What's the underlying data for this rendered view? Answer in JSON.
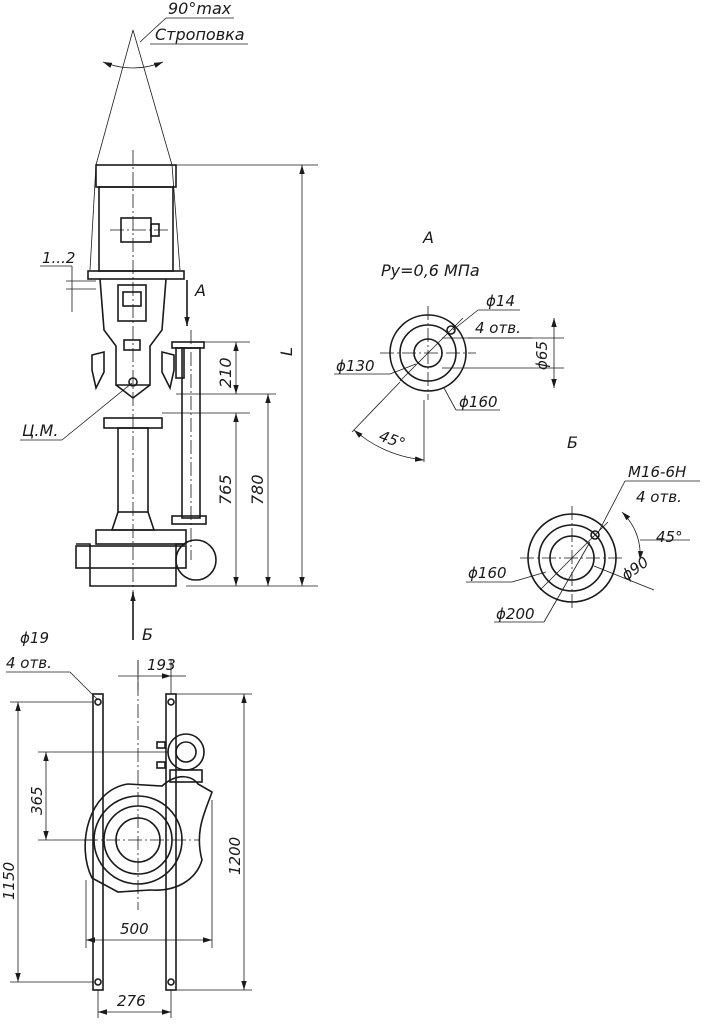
{
  "labels": {
    "sling_angle": "90°max",
    "sling": "Строповка",
    "gap": "1...2",
    "view_a_arrow": "А",
    "center_mass": "Ц.М.",
    "length_L": "L",
    "dim_210": "210",
    "dim_765": "765",
    "dim_780": "780",
    "view_b_arrow": "Б"
  },
  "view_a": {
    "title": "А",
    "pressure": "Ру=0,6 МПа",
    "hole_dia": "ϕ14",
    "hole_count": "4 отв.",
    "bore": "ϕ130",
    "outer": "ϕ160",
    "inner": "ϕ65",
    "angle": "45°"
  },
  "view_b": {
    "title": "Б",
    "thread": "М16-6Н",
    "hole_count": "4 отв.",
    "angle": "45°",
    "bolt_circle": "ϕ160",
    "inner": "ϕ90",
    "outer": "ϕ200"
  },
  "plan_view": {
    "hole_dia": "ϕ19",
    "hole_count": "4 отв.",
    "dim_193": "193",
    "dim_365": "365",
    "dim_1150": "1150",
    "dim_1200": "1200",
    "dim_500": "500",
    "dim_276": "276"
  }
}
